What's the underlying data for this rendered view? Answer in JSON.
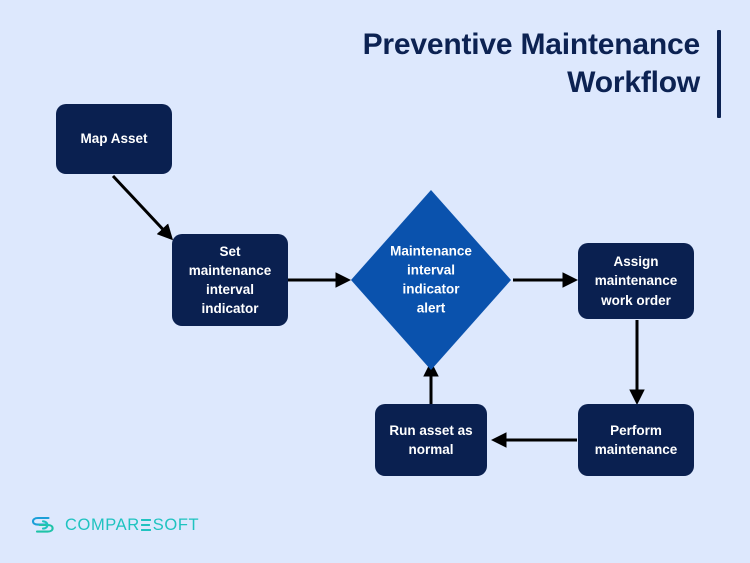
{
  "header": {
    "title": "Preventive Maintenance\nWorkflow",
    "accent_bar": "title-accent-bar"
  },
  "colors": {
    "background": "#dde8fd",
    "node_fill": "#0a2050",
    "decision_fill": "#0a52ad",
    "node_text": "#ffffff",
    "title_text": "#0c2252",
    "connector": "#000000",
    "logo_teal": "#1fc3c0"
  },
  "diagram": {
    "type": "flowchart",
    "nodes": [
      {
        "id": "map-asset",
        "label": "Map Asset",
        "shape": "rounded-rect"
      },
      {
        "id": "set-interval",
        "label": "Set\nmaintenance\ninterval\nindicator",
        "shape": "rounded-rect"
      },
      {
        "id": "alert",
        "label": "Maintenance\ninterval\nindicator\nalert",
        "shape": "diamond"
      },
      {
        "id": "assign-work-order",
        "label": "Assign\nmaintenance\nwork order",
        "shape": "rounded-rect"
      },
      {
        "id": "perform",
        "label": "Perform\nmaintenance",
        "shape": "rounded-rect"
      },
      {
        "id": "run-normal",
        "label": "Run asset as\nnormal",
        "shape": "rounded-rect"
      }
    ],
    "edges": [
      {
        "from": "map-asset",
        "to": "set-interval",
        "direction": "diagonal-down-right"
      },
      {
        "from": "set-interval",
        "to": "alert",
        "direction": "right"
      },
      {
        "from": "alert",
        "to": "assign-work-order",
        "direction": "right"
      },
      {
        "from": "assign-work-order",
        "to": "perform",
        "direction": "down"
      },
      {
        "from": "perform",
        "to": "run-normal",
        "direction": "left"
      },
      {
        "from": "run-normal",
        "to": "alert",
        "direction": "up"
      }
    ]
  },
  "logo": {
    "mark": "comparesoft-s-mark",
    "text_before": "COMPAR",
    "letter_e": "E",
    "text_after": "SOFT",
    "full_text": "COMPARESOFT"
  }
}
